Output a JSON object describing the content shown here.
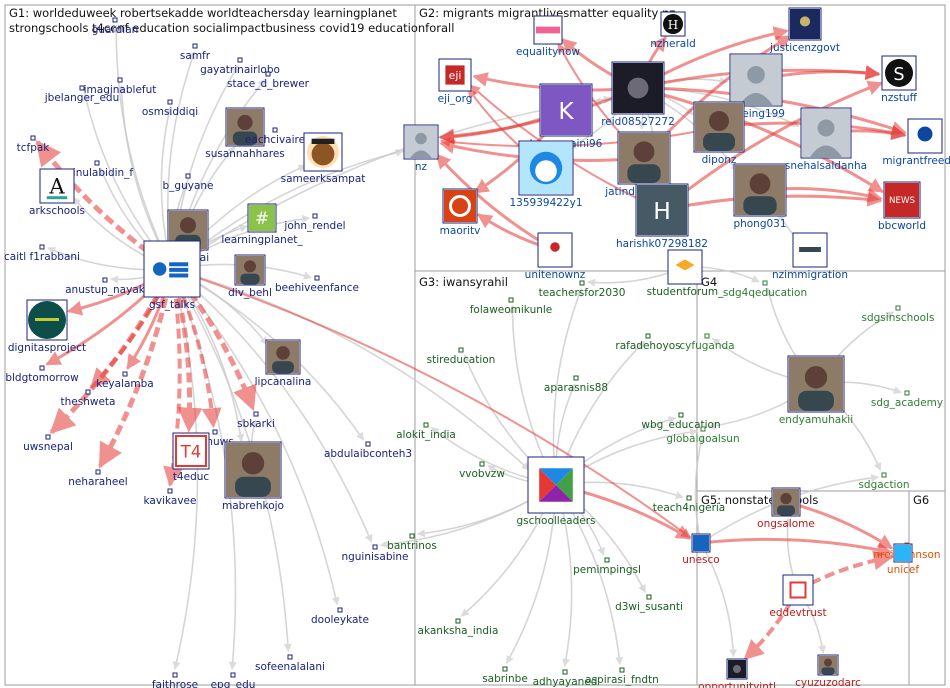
{
  "colors": {
    "g1": "#1a237e",
    "g2": "#0d47a1",
    "g3": "#1b5e20",
    "g4": "#2e7d32",
    "g5": "#b71c1c",
    "g6": "#e65100",
    "edge_red": "#e53935",
    "edge_grey": "#c8c8c8",
    "box": "#9e9e9e"
  },
  "groups": [
    {
      "id": "g1",
      "line1": "G1: worldeduweek robertsekadde worldteachersday learningplanet",
      "line2": "strongschools t4conf education socialimpactbusiness covid19 educationforall"
    },
    {
      "id": "g2",
      "line1": "G2: migrants migrantlivesmatter equality nz",
      "line2": ""
    },
    {
      "id": "g3",
      "line1": "G3: iwansyrahil",
      "line2": ""
    },
    {
      "id": "g4",
      "line1": "G4",
      "line2": ""
    },
    {
      "id": "g5",
      "line1": "G5: nonstateschools",
      "line2": ""
    },
    {
      "id": "g6",
      "line1": "G6",
      "line2": ""
    }
  ],
  "nodes": [
    {
      "id": "guardian",
      "label": "guardian",
      "group": "g1",
      "img": null
    },
    {
      "id": "samfr",
      "label": "samfr",
      "group": "g1",
      "img": null
    },
    {
      "id": "gayatrinairlobo",
      "label": "gayatrinairlobo",
      "group": "g1",
      "img": null
    },
    {
      "id": "imaginablefut",
      "label": "imaginablefut",
      "group": "g1",
      "img": null
    },
    {
      "id": "stace_d_brewer",
      "label": "stace_d_brewer",
      "group": "g1",
      "img": null
    },
    {
      "id": "jbelanger_edu",
      "label": "jbelanger_edu",
      "group": "g1",
      "img": null
    },
    {
      "id": "osmsiddiqi",
      "label": "osmsiddiqi",
      "group": "g1",
      "img": null
    },
    {
      "id": "tcfpak",
      "label": "tcfpak",
      "group": "g1",
      "img": null
    },
    {
      "id": "zainulabidin_f",
      "label": "zainulabidin_f",
      "group": "g1",
      "img": null
    },
    {
      "id": "b_guyane",
      "label": "b_guyane",
      "group": "g1",
      "img": null
    },
    {
      "id": "susannahhares",
      "label": "susannahhares",
      "group": "g1",
      "img": "photo"
    },
    {
      "id": "eachcivaire",
      "label": "eachcivaire",
      "group": "g1",
      "img": null
    },
    {
      "id": "sameerksampat",
      "label": "sameerksampat",
      "group": "g1",
      "img": "avatar"
    },
    {
      "id": "arkschools",
      "label": "arkschools",
      "group": "g1",
      "img": "letter-a"
    },
    {
      "id": "john_rendel",
      "label": "john_rendel",
      "group": "g1",
      "img": null
    },
    {
      "id": "learningplanet_",
      "label": "learningplanet_",
      "group": "g1",
      "img": "hash"
    },
    {
      "id": "caitlf1rabbani",
      "label": "caitl f1rabbani",
      "group": "g1",
      "img": null
    },
    {
      "id": "madihai",
      "label": "madihai",
      "group": "g1",
      "img": "photo"
    },
    {
      "id": "div_behl",
      "label": "div_behl",
      "group": "g1",
      "img": "photo"
    },
    {
      "id": "beehiveenfance",
      "label": "beehiveenfance",
      "group": "g1",
      "img": null
    },
    {
      "id": "anustup_nayak",
      "label": "anustup_nayak",
      "group": "g1",
      "img": null
    },
    {
      "id": "gsf_talks",
      "label": "gsf_talks",
      "group": "g1",
      "img": "gsf"
    },
    {
      "id": "dignitasproject",
      "label": "dignitasproject",
      "group": "g1",
      "img": "dignitas"
    },
    {
      "id": "bldgtomorrow",
      "label": "bldgtomorrow",
      "group": "g1",
      "img": null
    },
    {
      "id": "keyalamba",
      "label": "keyalamba",
      "group": "g1",
      "img": null
    },
    {
      "id": "lipcanalina",
      "label": "lipcanalina",
      "group": "g1",
      "img": "photo"
    },
    {
      "id": "theshweta",
      "label": "theshweta",
      "group": "g1",
      "img": null
    },
    {
      "id": "sbkarki",
      "label": "sbkarki",
      "group": "g1",
      "img": null
    },
    {
      "id": "uwsnepal",
      "label": "uwsnepal",
      "group": "g1",
      "img": null
    },
    {
      "id": "amuws",
      "label": "amuws",
      "group": "g1",
      "img": null
    },
    {
      "id": "neharaheel",
      "label": "neharaheel",
      "group": "g1",
      "img": null
    },
    {
      "id": "t4educ",
      "label": "t4educ",
      "group": "g1",
      "img": "t4"
    },
    {
      "id": "kavikavee",
      "label": "kavikavee",
      "group": "g1",
      "img": null
    },
    {
      "id": "mabrehkojo",
      "label": "mabrehkojo",
      "group": "g1",
      "img": "photo"
    },
    {
      "id": "abdulaibconteh3",
      "label": "abdulaibconteh3",
      "group": "g1",
      "img": null
    },
    {
      "id": "nguinisabine",
      "label": "nguinisabine",
      "group": "g1",
      "img": null
    },
    {
      "id": "dooleykate",
      "label": "dooleykate",
      "group": "g1",
      "img": null
    },
    {
      "id": "faithrose",
      "label": "faithrose",
      "group": "g1",
      "img": null
    },
    {
      "id": "epg_edu",
      "label": "epg_edu",
      "group": "g1",
      "img": null
    },
    {
      "id": "sofeenalalani",
      "label": "sofeenalalani",
      "group": "g1",
      "img": null
    },
    {
      "id": "equalitynow",
      "label": "equalitynow",
      "group": "g2",
      "img": "equality"
    },
    {
      "id": "nzherald",
      "label": "nzherald",
      "group": "g2",
      "img": "herald"
    },
    {
      "id": "justicenzgovt",
      "label": "justicenzgovt",
      "group": "g2",
      "img": "justice"
    },
    {
      "id": "eji_org",
      "label": "eji_org",
      "group": "g2",
      "img": "eji"
    },
    {
      "id": "reid08527272",
      "label": "reid08527272",
      "group": "g2",
      "img": "photo-dark"
    },
    {
      "id": "nzstuff",
      "label": "nzstuff",
      "group": "g2",
      "img": "stuff"
    },
    {
      "id": "karan_saini96",
      "label": "karan_saini96",
      "group": "g2",
      "img": "letter-k"
    },
    {
      "id": "wbeing199",
      "label": "wbeing199",
      "group": "g2",
      "img": "default"
    },
    {
      "id": "nz",
      "label": "nz",
      "group": "g2",
      "img": "default"
    },
    {
      "id": "diponz",
      "label": "diponz",
      "group": "g2",
      "img": "photo"
    },
    {
      "id": "snehalsaldanha",
      "label": "snehalsaldanha",
      "group": "g2",
      "img": "default"
    },
    {
      "id": "migrantfreedom",
      "label": "migrantfreedom",
      "group": "g2",
      "img": "freedom"
    },
    {
      "id": "a135939422y1",
      "label": "135939422y1",
      "group": "g2",
      "img": "cartoon"
    },
    {
      "id": "jatinder_bilkhu",
      "label": "jatinder_bilkhu",
      "group": "g2",
      "img": "photo"
    },
    {
      "id": "maoritv",
      "label": "maoritv",
      "group": "g2",
      "img": "maori"
    },
    {
      "id": "phong031",
      "label": "phong031",
      "group": "g2",
      "img": "photo"
    },
    {
      "id": "bbcworld",
      "label": "bbcworld",
      "group": "g2",
      "img": "bbc"
    },
    {
      "id": "harishk07298182",
      "label": "harishk07298182",
      "group": "g2",
      "img": "letter-h"
    },
    {
      "id": "unitenownz",
      "label": "unitenownz",
      "group": "g2",
      "img": "unite"
    },
    {
      "id": "nzimmigration",
      "label": "nzimmigration",
      "group": "g2",
      "img": "nzimm"
    },
    {
      "id": "teachersfor2030",
      "label": "teachersfor2030",
      "group": "g3",
      "img": null
    },
    {
      "id": "studentforum_",
      "label": "studentforum_",
      "group": "g3",
      "img": "student"
    },
    {
      "id": "sdg4qeducation",
      "label": "sdg4qeducation",
      "group": "g4",
      "img": null
    },
    {
      "id": "folaweomikunle",
      "label": "folaweomikunle",
      "group": "g3",
      "img": null
    },
    {
      "id": "sdgsinschools",
      "label": "sdgsinschools",
      "group": "g4",
      "img": null
    },
    {
      "id": "rafadehoyos",
      "label": "rafadehoyos",
      "group": "g3",
      "img": null
    },
    {
      "id": "cyfuganda",
      "label": "cyfuganda",
      "group": "g4",
      "img": null
    },
    {
      "id": "stireducation",
      "label": "stireducation",
      "group": "g3",
      "img": null
    },
    {
      "id": "aparasnis88",
      "label": "aparasnis88",
      "group": "g3",
      "img": null
    },
    {
      "id": "sdg_academy",
      "label": "sdg_academy",
      "group": "g4",
      "img": null
    },
    {
      "id": "endyamuhakii",
      "label": "endyamuhakii",
      "group": "g4",
      "img": "photo"
    },
    {
      "id": "alokit_india",
      "label": "alokit_india",
      "group": "g3",
      "img": null
    },
    {
      "id": "wbg_education",
      "label": "wbg_education",
      "group": "g3",
      "img": null
    },
    {
      "id": "globalgoalsun",
      "label": "globalgoalsun",
      "group": "g4",
      "img": null
    },
    {
      "id": "sdgaction",
      "label": "sdgaction",
      "group": "g4",
      "img": null
    },
    {
      "id": "vvobvzw",
      "label": "vvobvzw",
      "group": "g3",
      "img": null
    },
    {
      "id": "gschoolleaders",
      "label": "gschoolleaders",
      "group": "g3",
      "img": "gsl"
    },
    {
      "id": "teach4nigeria",
      "label": "teach4nigeria",
      "group": "g3",
      "img": null
    },
    {
      "id": "ongsalome",
      "label": "ongsalome",
      "group": "g5",
      "img": "photo"
    },
    {
      "id": "bantrinos",
      "label": "bantrinos",
      "group": "g3",
      "img": null
    },
    {
      "id": "unesco",
      "label": "unesco",
      "group": "g5",
      "img": "unesco"
    },
    {
      "id": "nreilljohnson",
      "label": "nreilljohnson",
      "group": "g6",
      "img": null
    },
    {
      "id": "unicef",
      "label": "unicef",
      "group": "g6",
      "img": "unicef"
    },
    {
      "id": "pemimpingsl",
      "label": "pemimpingsl",
      "group": "g3",
      "img": null
    },
    {
      "id": "eddevtrust",
      "label": "eddevtrust",
      "group": "g5",
      "img": "eddev"
    },
    {
      "id": "d3wi_susanti",
      "label": "d3wi_susanti",
      "group": "g3",
      "img": null
    },
    {
      "id": "akanksha_india",
      "label": "akanksha_india",
      "group": "g3",
      "img": null
    },
    {
      "id": "sabrinbe",
      "label": "sabrinbe",
      "group": "g3",
      "img": null
    },
    {
      "id": "adhyayaned",
      "label": "adhyayaned",
      "group": "g3",
      "img": null
    },
    {
      "id": "aspirasi_fndtn",
      "label": "aspirasi_fndtn",
      "group": "g3",
      "img": null
    },
    {
      "id": "opportunityintl",
      "label": "opportunityintl",
      "group": "g5",
      "img": "photo-dark"
    },
    {
      "id": "cyuzuzodarc",
      "label": "cyuzuzodarc",
      "group": "g5",
      "img": "photo"
    }
  ]
}
